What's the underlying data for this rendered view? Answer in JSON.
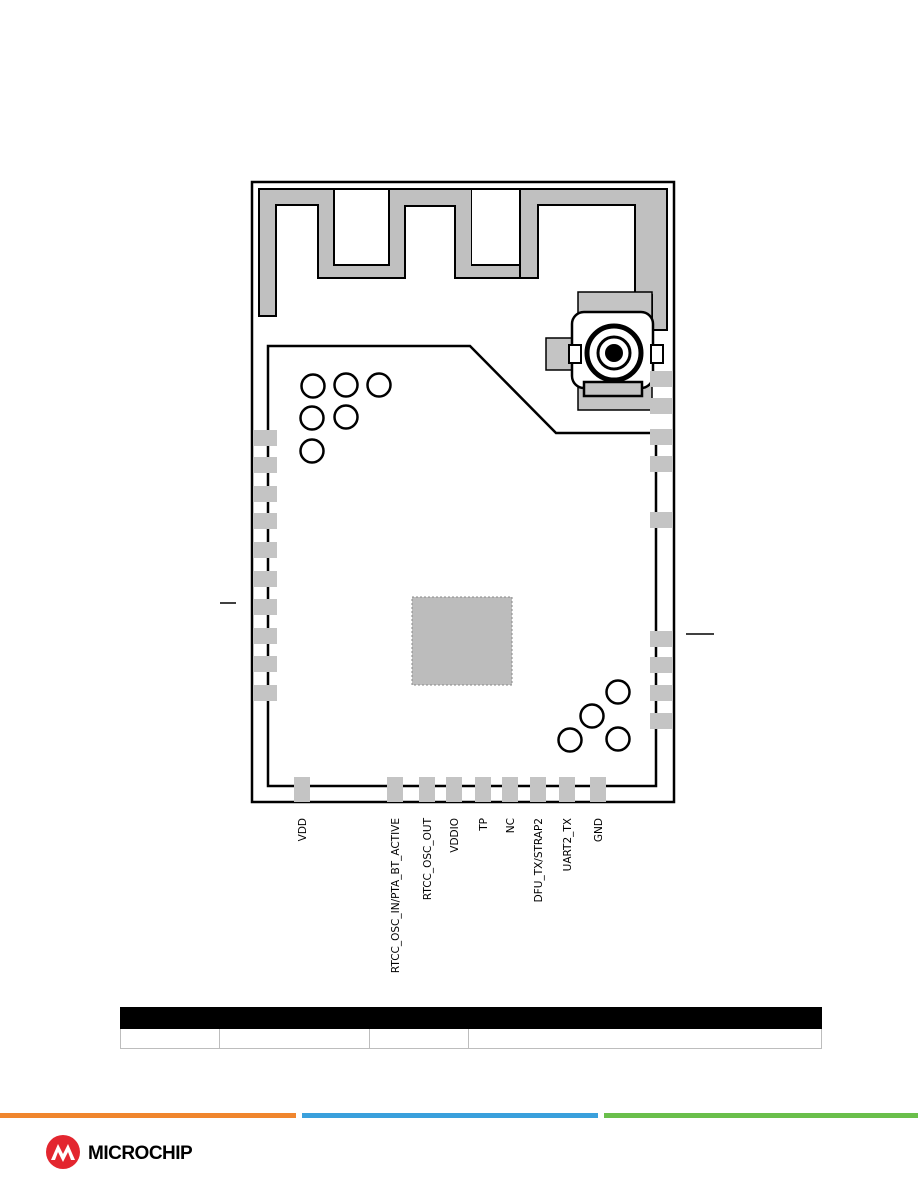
{
  "module": {
    "bottom_pins": [
      {
        "label": "VDD"
      },
      {
        "label": "RTCC_OSC_IN/PTA_BT_ACTIVE"
      },
      {
        "label": "RTCC_OSC_OUT"
      },
      {
        "label": "VDDIO"
      },
      {
        "label": "TP"
      },
      {
        "label": "NC"
      },
      {
        "label": "DFU_TX/STRAP2"
      },
      {
        "label": "UART2_TX"
      },
      {
        "label": "GND"
      }
    ],
    "colors": {
      "outline": "#000000",
      "antenna_fill": "#c0c0c0",
      "pad_fill": "#c4c4c4",
      "ground_pad_fill": "#bcbcbc"
    }
  },
  "footer": {
    "brand": "MICROCHIP",
    "bar_colors": [
      "#f0862e",
      "#3aa0dc",
      "#6abf4b"
    ]
  }
}
